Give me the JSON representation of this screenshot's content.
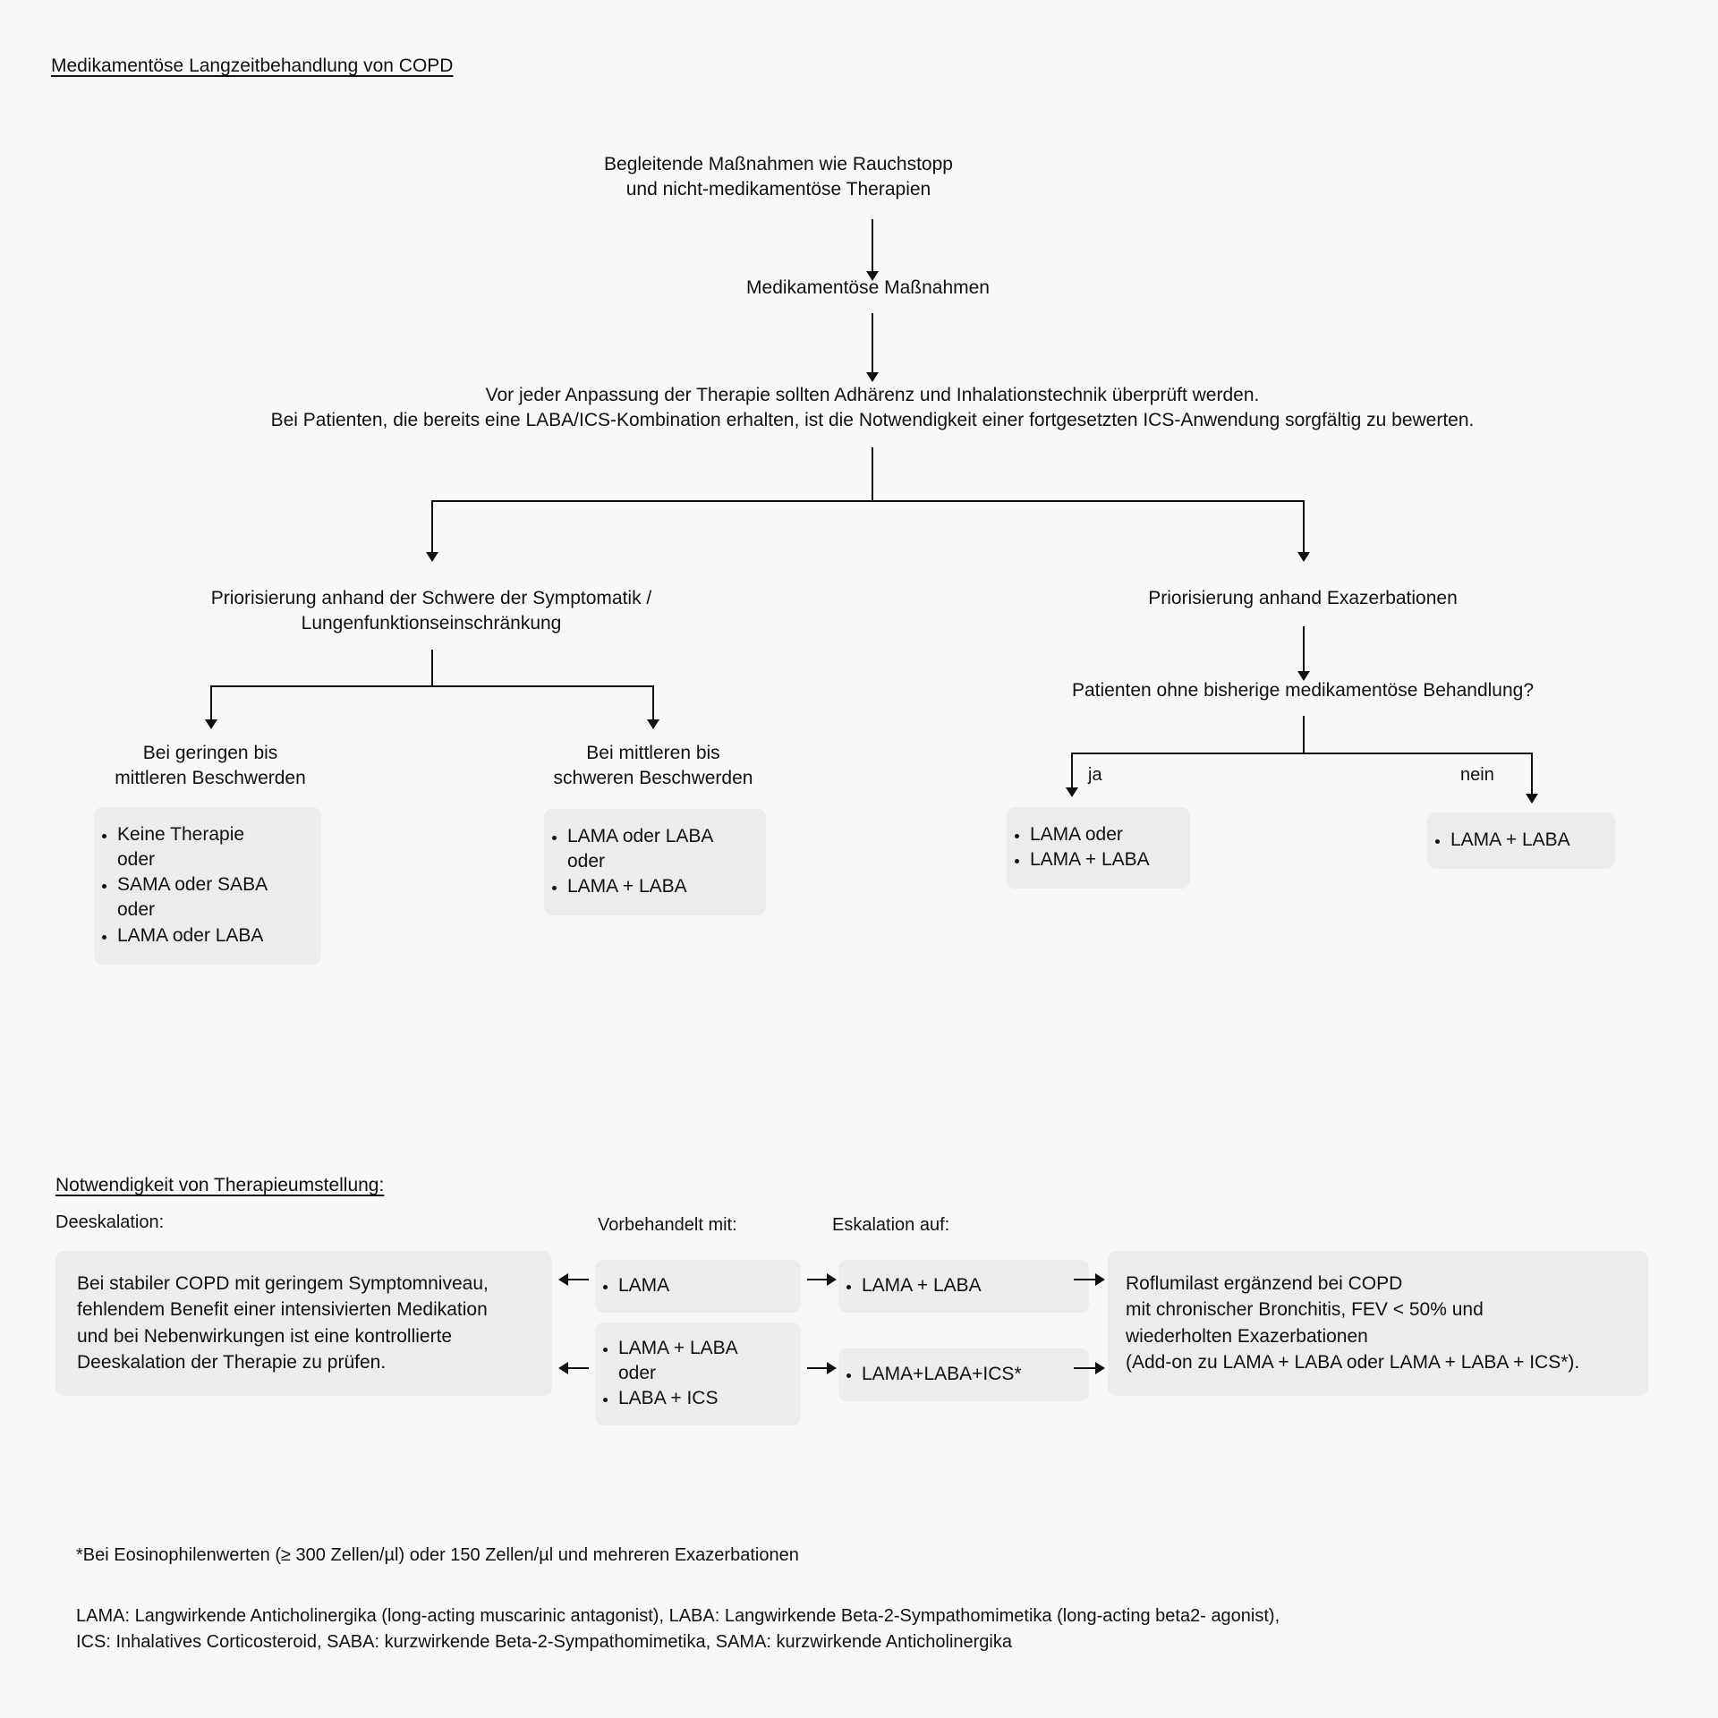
{
  "page": {
    "title": "Medikamentöse Langzeitbehandlung von COPD",
    "background_color": "#f8f8f8",
    "box_color": "#ececec",
    "line_color": "#111111"
  },
  "flow": {
    "accompanying_measures": "Begleitende Maßnahmen wie Rauchstopp\nund nicht-medikamentöse Therapien",
    "drug_measures": "Medikamentöse Maßnahmen",
    "check_note": "Vor jeder Anpassung der Therapie sollten Adhärenz und Inhalationstechnik überprüft werden.\nBei Patienten, die bereits eine LABA/ICS-Kombination erhalten, ist die Notwendigkeit einer fortgesetzten ICS-Anwendung sorgfältig zu bewerten.",
    "left_branch": {
      "heading": "Priorisierung anhand der Schwere der Symptomatik /\nLungenfunktionseinschränkung",
      "columns": [
        {
          "heading": "Bei geringen bis\nmittleren Beschwerden",
          "items": [
            "Keine Therapie\noder",
            "SAMA oder SABA\noder",
            "LAMA oder LABA"
          ]
        },
        {
          "heading": "Bei mittleren bis\nschweren Beschwerden",
          "items": [
            "LAMA oder LABA\noder",
            "LAMA + LABA"
          ]
        }
      ]
    },
    "right_branch": {
      "heading": "Priorisierung anhand Exazerbationen",
      "question": "Patienten ohne bisherige medikamentöse Behandlung?",
      "branches": [
        {
          "label": "ja",
          "items": [
            "LAMA oder",
            "LAMA + LABA"
          ]
        },
        {
          "label": "nein",
          "items": [
            "LAMA + LABA"
          ]
        }
      ]
    }
  },
  "switch_section": {
    "heading": "Notwendigkeit von Therapieumstellung:",
    "deescalation_label": "Deeskalation:",
    "deescalation_text": "Bei stabiler COPD mit geringem Symptomniveau,\nfehlendem Benefit einer intensivierten Medikation\nund bei Nebenwirkungen ist eine kontrollierte\nDeeskalation der Therapie zu prüfen.",
    "pretreated_label": "Vorbehandelt mit:",
    "escalation_label": "Eskalation auf:",
    "rows": [
      {
        "pretreated": [
          "LAMA"
        ],
        "escalation": [
          "LAMA + LABA"
        ]
      },
      {
        "pretreated": [
          "LAMA + LABA\noder",
          "LABA + ICS"
        ],
        "escalation": [
          "LAMA+LABA+ICS*"
        ]
      }
    ],
    "roflumilast_text": "Roflumilast ergänzend bei COPD\nmit chronischer Bronchitis, FEV < 50% und\nwiederholten Exazerbationen\n(Add-on zu LAMA + LABA oder LAMA + LABA + ICS*)."
  },
  "footnotes": {
    "asterisk": "*Bei Eosinophilenwerten (≥ 300 Zellen/µl) oder 150 Zellen/µl und mehreren Exazerbationen",
    "abbreviations": "LAMA: Langwirkende Anticholinergika (long-acting muscarinic antagonist), LABA: Langwirkende Beta-2-Sympathomimetika (long-acting beta2- agonist),\nICS: Inhalatives Corticosteroid, SABA: kurzwirkende Beta-2-Sympathomimetika, SAMA: kurzwirkende Anticholinergika"
  }
}
